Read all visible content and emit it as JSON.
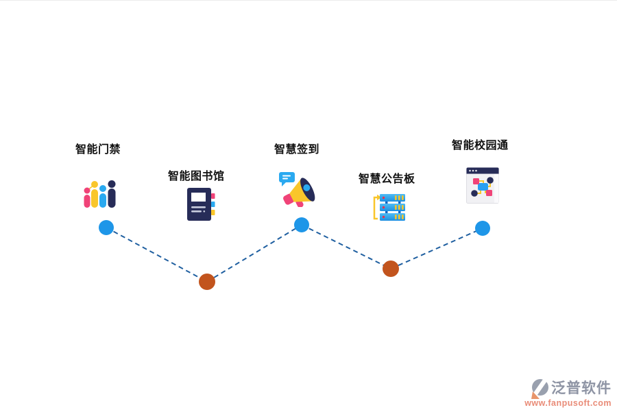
{
  "page": {
    "background": "#FFFFFF"
  },
  "timeline": {
    "type": "zigzag-process-diagram",
    "line": {
      "color": "#1F5FA0",
      "style": "dashed"
    },
    "items": [
      {
        "label": "智能门禁",
        "icon": "people-bar-chart-icon",
        "node": "blue",
        "node_color": "#1E96E8"
      },
      {
        "label": "智能图书馆",
        "icon": "notebook-icon",
        "node": "orange",
        "node_color": "#C2541D"
      },
      {
        "label": "智慧签到",
        "icon": "megaphone-icon",
        "node": "blue",
        "node_color": "#1E96E8"
      },
      {
        "label": "智慧公告板",
        "icon": "server-stack-icon",
        "node": "orange",
        "node_color": "#C2541D"
      },
      {
        "label": "智能校园通",
        "icon": "browser-flowchart-icon",
        "node": "blue",
        "node_color": "#1E96E8"
      }
    ]
  },
  "watermark": {
    "brand": "泛普软件",
    "url": "www.fanpusoft.com",
    "brand_color": "#8E94A4",
    "url_color": "#E98C78"
  },
  "palette": {
    "pink": "#F04378",
    "yellow": "#F9C62B",
    "icon_blue": "#2AA9F0",
    "navy": "#272C58",
    "line_blue": "#1F5FA0",
    "node_blue": "#1E96E8",
    "node_orange": "#C2541D"
  }
}
